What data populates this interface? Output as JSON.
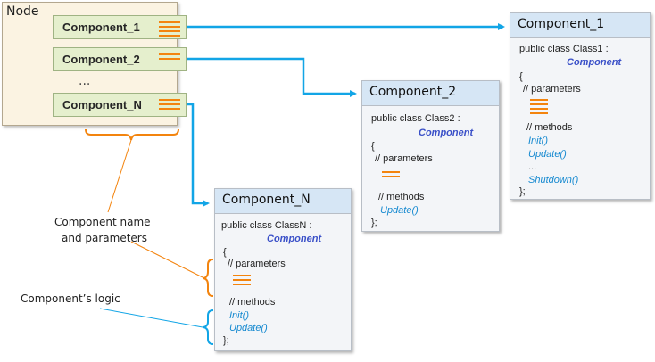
{
  "node": {
    "title": "Node",
    "components": [
      "Component_1",
      "Component_2",
      "Component_N"
    ],
    "ellipsis": "..."
  },
  "cards": {
    "c1": {
      "title": "Component_1",
      "decl": "public class Class1 :",
      "base": "Component",
      "open": "{",
      "params": "// parameters",
      "methods_comment": "// methods",
      "methods": [
        "Init()",
        "Update()",
        "...",
        "Shutdown()"
      ],
      "close": "};"
    },
    "c2": {
      "title": "Component_2",
      "decl": "public class Class2 :",
      "base": "Component",
      "open": "{",
      "params": "// parameters",
      "methods_comment": "// methods",
      "methods": [
        "Update()"
      ],
      "close": "};"
    },
    "cn": {
      "title": "Component_N",
      "decl": "public class ClassN :",
      "base": "Component",
      "open": "{",
      "params": "// parameters",
      "methods_comment": "// methods",
      "methods": [
        "Init()",
        "Update()"
      ],
      "close": "};"
    }
  },
  "annotations": {
    "name_params_line1": "Component name",
    "name_params_line2": "and parameters",
    "logic": "Component’s logic"
  },
  "colors": {
    "arrow": "#12a5e6",
    "brace_orange": "#f3840e",
    "brace_blue": "#12a5e6",
    "keyword": "#3a50c8",
    "method": "#1589d0"
  }
}
